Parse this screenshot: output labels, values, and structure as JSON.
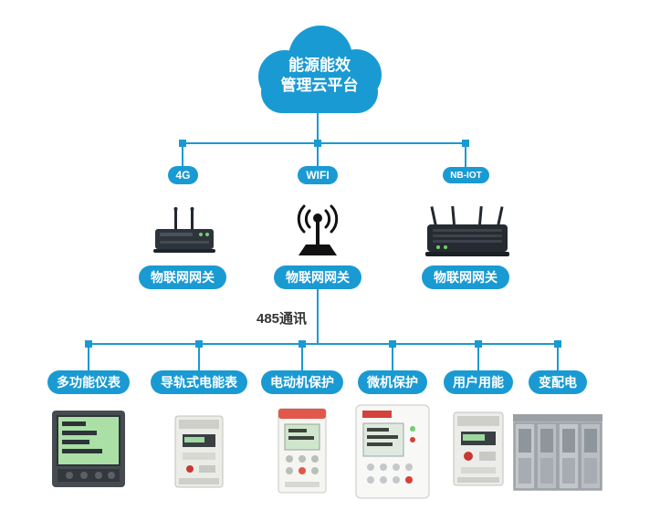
{
  "colors": {
    "accent": "#1a9ad2",
    "text_dark": "#333333"
  },
  "cloud": {
    "title_line1": "能源能效",
    "title_line2": "管理云平台"
  },
  "gateways": [
    {
      "badge": "4G",
      "label": "物联网网关"
    },
    {
      "badge": "WIFI",
      "label": "物联网网关"
    },
    {
      "badge": "NB-IOT",
      "label": "物联网网关"
    }
  ],
  "bus": {
    "label": "485通讯"
  },
  "devices": [
    {
      "label": "多功能仪表"
    },
    {
      "label": "导轨式电能表"
    },
    {
      "label": "电动机保护"
    },
    {
      "label": "微机保护"
    },
    {
      "label": "用户用能"
    },
    {
      "label": "变配电"
    }
  ]
}
